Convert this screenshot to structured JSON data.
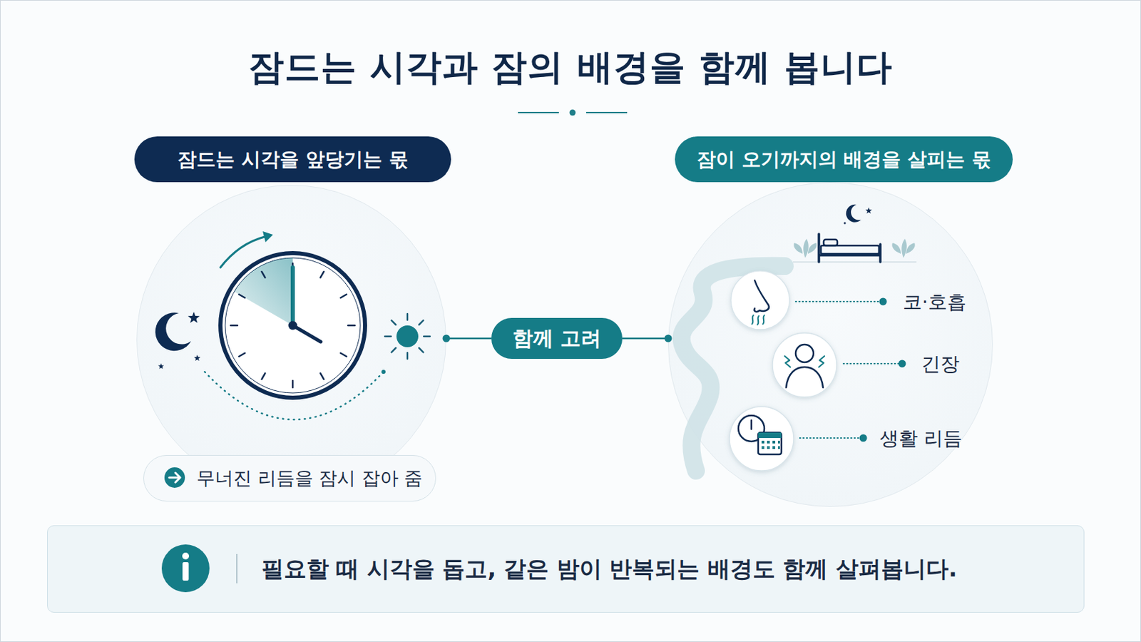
{
  "diagram": {
    "title": "잠드는 시각과 잠의 배경을 함께 봅니다",
    "nodes": [
      {
        "text": [
          "잠드는 시각을 앞당기는 몫"
        ]
      },
      {
        "text": [
          "잠이 오기까지의 배경을 살피는 몫"
        ]
      },
      {
        "text": [
          "무너진 리듬을 잠시 잡아 줌"
        ]
      },
      {
        "text": [
          "함께 고려"
        ]
      },
      {
        "text": [
          "코·호흡",
          "긴장",
          "생활 리듬"
        ]
      },
      {
        "text": [
          "필요할 때 시각을 돕고, 같은 밤이 반복되는 배경도 함께 살펴봅니다."
        ]
      }
    ],
    "edges": [
      {
        "from": 3,
        "to": 2,
        "arrow": "none"
      },
      {
        "from": 3,
        "to": 4,
        "arrow": "none"
      }
    ]
  }
}
